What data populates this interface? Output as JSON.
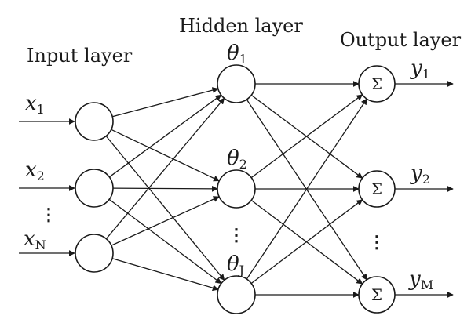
{
  "layers": {
    "input": {
      "title": "Input layer"
    },
    "hidden": {
      "title": "Hidden layer"
    },
    "output": {
      "title": "Output layer"
    }
  },
  "inputs": [
    {
      "base": "x",
      "sub": "1"
    },
    {
      "base": "x",
      "sub": "2"
    },
    {
      "base": "x",
      "sub": "N"
    }
  ],
  "hidden_nodes": [
    {
      "base": "θ",
      "sub": "1"
    },
    {
      "base": "θ",
      "sub": "2"
    },
    {
      "base": "θ",
      "sub": "J"
    }
  ],
  "outputs": [
    {
      "base": "y",
      "sub": "1",
      "symbol": "Σ"
    },
    {
      "base": "y",
      "sub": "2",
      "symbol": "Σ"
    },
    {
      "base": "y",
      "sub": "M",
      "symbol": "Σ"
    }
  ],
  "ellipsis": "⋮",
  "colors": {
    "stroke": "#1a1a1a",
    "background": "#ffffff"
  }
}
